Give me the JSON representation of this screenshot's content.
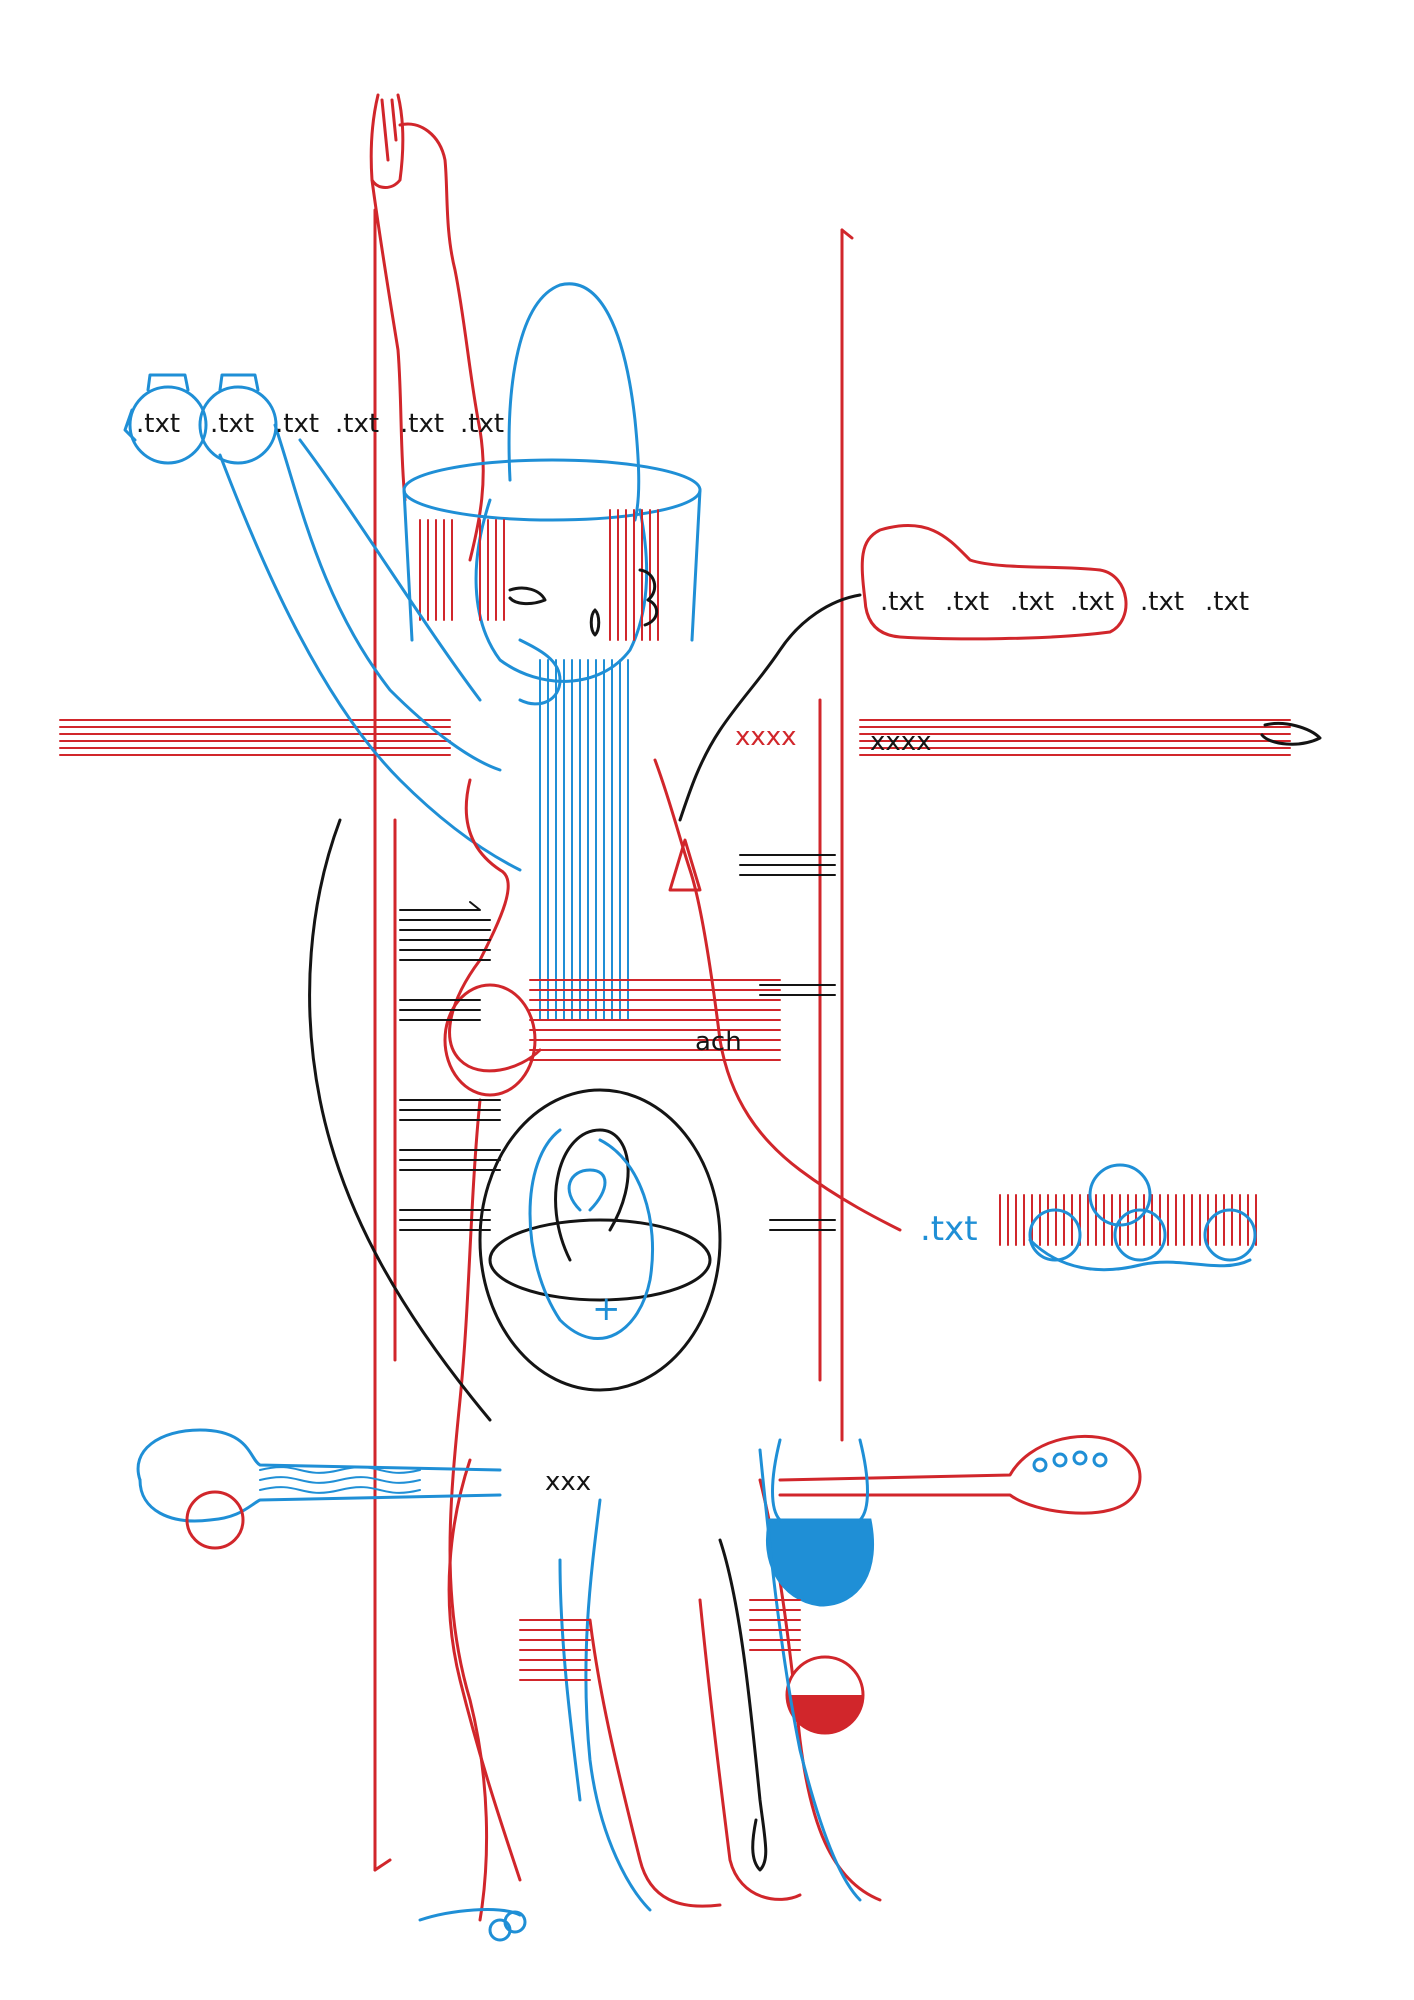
{
  "colors": {
    "red": "#d1262b",
    "blue": "#1f8fd6",
    "black": "#141414",
    "paper": "#ffffff"
  },
  "labels": {
    "txt_row_left": [
      ".txt",
      ".txt",
      ".txt",
      ".txt",
      ".txt",
      ".txt"
    ],
    "txt_row_right": [
      ".txt",
      ".txt",
      ".txt",
      ".txt",
      ".txt",
      ".txt"
    ],
    "txt_blue_right": ".txt",
    "ach": "ach",
    "xxx": "xxx",
    "xxxx_red": "xxxx",
    "xxxx_black": "xxxx",
    "plus": "+"
  }
}
